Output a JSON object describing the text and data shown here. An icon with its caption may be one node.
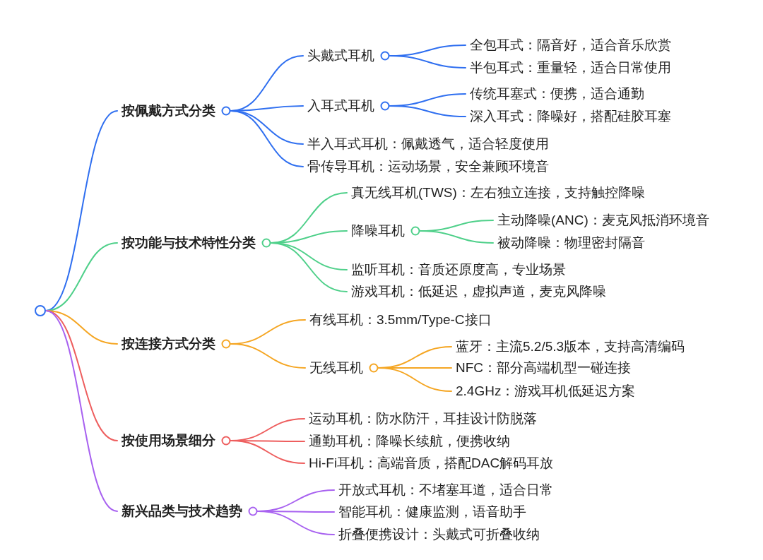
{
  "diagram": {
    "nodes": [
      {
        "text": [],
        "shape": "circle"
      },
      {
        "text": [
          "按佩戴方式分类"
        ]
      },
      {
        "text": [
          "头戴式耳机"
        ]
      },
      {
        "text": [
          "全包耳式：隔音好，适合音乐欣赏"
        ]
      },
      {
        "text": [
          "半包耳式：重量轻，适合日常使用"
        ]
      },
      {
        "text": [
          "入耳式耳机"
        ]
      },
      {
        "text": [
          "传统耳塞式：便携，适合通勤"
        ]
      },
      {
        "text": [
          "深入耳式：降噪好，搭配硅胶耳塞"
        ]
      },
      {
        "text": [
          "半入耳式耳机：佩戴透气，适合轻度使用"
        ]
      },
      {
        "text": [
          "骨传导耳机：运动场景，安全兼顾环境音"
        ]
      },
      {
        "text": [
          "按功能与技术特性分类"
        ]
      },
      {
        "text": [
          "真无线耳机(TWS)：左右独立连接，支持触控降噪"
        ]
      },
      {
        "text": [
          "降噪耳机"
        ]
      },
      {
        "text": [
          "主动降噪(ANC)：麦克风抵消环境音"
        ]
      },
      {
        "text": [
          "被动降噪：物理密封隔音"
        ]
      },
      {
        "text": [
          "监听耳机：音质还原度高，专业场景"
        ]
      },
      {
        "text": [
          "游戏耳机：低延迟，虚拟声道，麦克风降噪"
        ]
      },
      {
        "text": [
          "按连接方式分类"
        ]
      },
      {
        "text": [
          "有线耳机：3.5mm/Type-C接口"
        ]
      },
      {
        "text": [
          "无线耳机"
        ]
      },
      {
        "text": [
          "蓝牙：主流5.2/5.3版本，支持高清编码"
        ]
      },
      {
        "text": [
          "NFC：部分高端机型一碰连接"
        ]
      },
      {
        "text": [
          "2.4GHz：游戏耳机低延迟方案"
        ]
      },
      {
        "text": [
          "按使用场景细分"
        ]
      },
      {
        "text": [
          "运动耳机：防水防汗，耳挂设计防脱落"
        ]
      },
      {
        "text": [
          "通勤耳机：降噪长续航，便携收纳"
        ]
      },
      {
        "text": [
          "Hi-Fi耳机：高端音质，搭配DAC解码耳放"
        ]
      },
      {
        "text": [
          "新兴品类与技术趋势"
        ]
      },
      {
        "text": [
          "开放式耳机：不堵塞耳道，适合日常"
        ]
      },
      {
        "text": [
          "智能耳机：健康监测，语音助手"
        ]
      },
      {
        "text": [
          "折叠便携设计：头戴式可折叠收纳"
        ]
      }
    ],
    "edges": [
      {
        "from": 0,
        "to": 1,
        "arrow": "none",
        "color": "#2f6ff0"
      },
      {
        "from": 1,
        "to": 2,
        "arrow": "none",
        "color": "#2f6ff0"
      },
      {
        "from": 2,
        "to": 3,
        "arrow": "none",
        "color": "#2f6ff0"
      },
      {
        "from": 2,
        "to": 4,
        "arrow": "none",
        "color": "#2f6ff0"
      },
      {
        "from": 1,
        "to": 5,
        "arrow": "none",
        "color": "#2f6ff0"
      },
      {
        "from": 5,
        "to": 6,
        "arrow": "none",
        "color": "#2f6ff0"
      },
      {
        "from": 5,
        "to": 7,
        "arrow": "none",
        "color": "#2f6ff0"
      },
      {
        "from": 1,
        "to": 8,
        "arrow": "none",
        "color": "#2f6ff0"
      },
      {
        "from": 1,
        "to": 9,
        "arrow": "none",
        "color": "#2f6ff0"
      },
      {
        "from": 0,
        "to": 10,
        "arrow": "none",
        "color": "#4fd08a"
      },
      {
        "from": 10,
        "to": 11,
        "arrow": "none",
        "color": "#4fd08a"
      },
      {
        "from": 10,
        "to": 12,
        "arrow": "none",
        "color": "#4fd08a"
      },
      {
        "from": 12,
        "to": 13,
        "arrow": "none",
        "color": "#4fd08a"
      },
      {
        "from": 12,
        "to": 14,
        "arrow": "none",
        "color": "#4fd08a"
      },
      {
        "from": 10,
        "to": 15,
        "arrow": "none",
        "color": "#4fd08a"
      },
      {
        "from": 10,
        "to": 16,
        "arrow": "none",
        "color": "#4fd08a"
      },
      {
        "from": 0,
        "to": 17,
        "arrow": "none",
        "color": "#f5a623"
      },
      {
        "from": 17,
        "to": 18,
        "arrow": "none",
        "color": "#f5a623"
      },
      {
        "from": 17,
        "to": 19,
        "arrow": "none",
        "color": "#f5a623"
      },
      {
        "from": 19,
        "to": 20,
        "arrow": "none",
        "color": "#f5a623"
      },
      {
        "from": 19,
        "to": 21,
        "arrow": "none",
        "color": "#f5a623"
      },
      {
        "from": 19,
        "to": 22,
        "arrow": "none",
        "color": "#f5a623"
      },
      {
        "from": 0,
        "to": 23,
        "arrow": "none",
        "color": "#ee5e5e"
      },
      {
        "from": 23,
        "to": 24,
        "arrow": "none",
        "color": "#ee5e5e"
      },
      {
        "from": 23,
        "to": 25,
        "arrow": "none",
        "color": "#ee5e5e"
      },
      {
        "from": 23,
        "to": 26,
        "arrow": "none",
        "color": "#ee5e5e"
      },
      {
        "from": 0,
        "to": 27,
        "arrow": "none",
        "color": "#a862f0"
      },
      {
        "from": 27,
        "to": 28,
        "arrow": "none",
        "color": "#a862f0"
      },
      {
        "from": 27,
        "to": 29,
        "arrow": "none",
        "color": "#a862f0"
      },
      {
        "from": 27,
        "to": 30,
        "arrow": "none",
        "color": "#a862f0"
      }
    ]
  }
}
